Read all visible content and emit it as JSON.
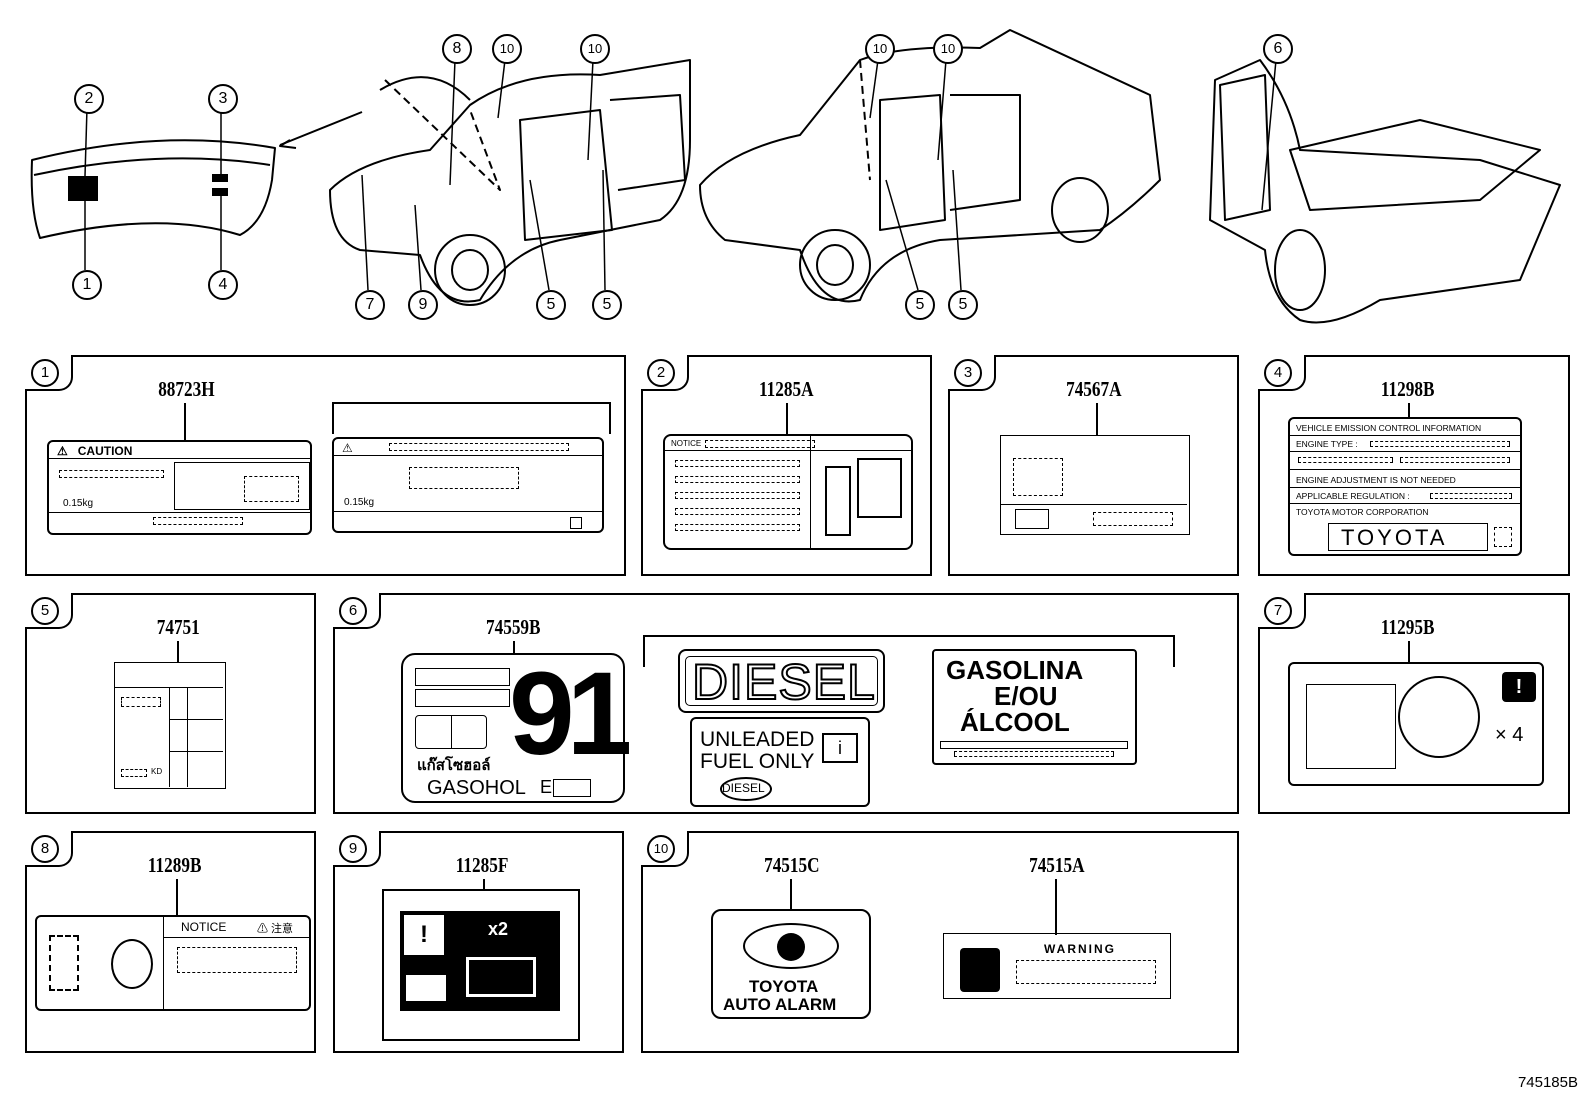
{
  "callouts": [
    "1",
    "2",
    "3",
    "4",
    "5",
    "6",
    "7",
    "8",
    "9",
    "10"
  ],
  "panels": {
    "p1": {
      "num": "1",
      "part": "88723H",
      "caution": "CAUTION",
      "weight": "0.15kg",
      "weight2": "0.15kg"
    },
    "p2": {
      "num": "2",
      "part": "11285A",
      "notice": "NOTICE"
    },
    "p3": {
      "num": "3",
      "part": "74567A"
    },
    "p4": {
      "num": "4",
      "part": "11298B",
      "line1": "VEHICLE EMISSION CONTROL INFORMATION",
      "line2": "ENGINE TYPE :",
      "line3": "ENGINE ADJUSTMENT IS NOT NEEDED",
      "line4": "APPLICABLE REGULATION :",
      "line5": "TOYOTA MOTOR CORPORATION",
      "brand": "TOYOTA"
    },
    "p5": {
      "num": "5",
      "part": "74751",
      "kd": "KD"
    },
    "p6": {
      "num": "6",
      "part": "74559B",
      "big": "91",
      "thai": "แก๊สโซฮอล์",
      "gasohol": "GASOHOL",
      "e_letter": "E",
      "diesel": "DIESEL",
      "unleaded1": "UNLEADED",
      "unleaded2": "FUEL ONLY",
      "diesel_struck": "DIESEL",
      "gas1": "GASOLINA",
      "gas2": "E/OU",
      "gas3": "ÁLCOOL"
    },
    "p7": {
      "num": "7",
      "part": "11295B",
      "times": "× 4"
    },
    "p8": {
      "num": "8",
      "part": "11289B",
      "notice": "NOTICE",
      "jp": "⚠ 注意"
    },
    "p9": {
      "num": "9",
      "part": "11285F",
      "x2": "x2"
    },
    "p10": {
      "num": "10",
      "part_a": "74515C",
      "part_b": "74515A",
      "alarm1": "TOYOTA",
      "alarm2": "AUTO ALARM",
      "warning": "WARNING"
    }
  },
  "doc_number": "745185B"
}
